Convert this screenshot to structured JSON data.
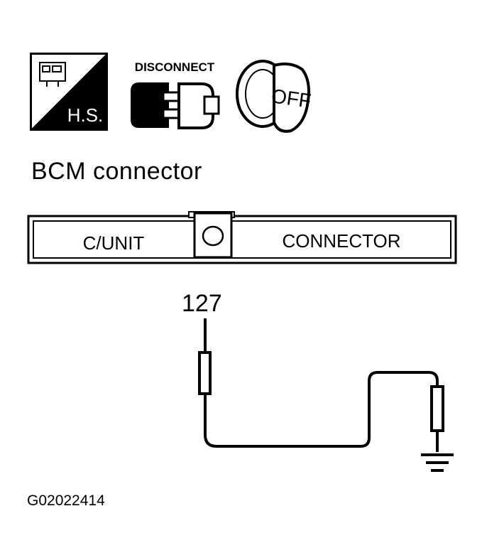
{
  "icons": {
    "harness_side": {
      "name": "harness-side-icon",
      "text": "H.S."
    },
    "disconnect": {
      "name": "disconnect-icon",
      "text": "DISCONNECT"
    },
    "ignition": {
      "name": "ignition-key-off-icon",
      "text": "OFF"
    }
  },
  "diagram": {
    "title": "BCM connector",
    "connector": {
      "left_label": "C/UNIT",
      "right_label": "CONNECTOR"
    },
    "terminal": "127",
    "ground": "ground-symbol"
  },
  "footer": {
    "figure_code": "G02022414"
  }
}
